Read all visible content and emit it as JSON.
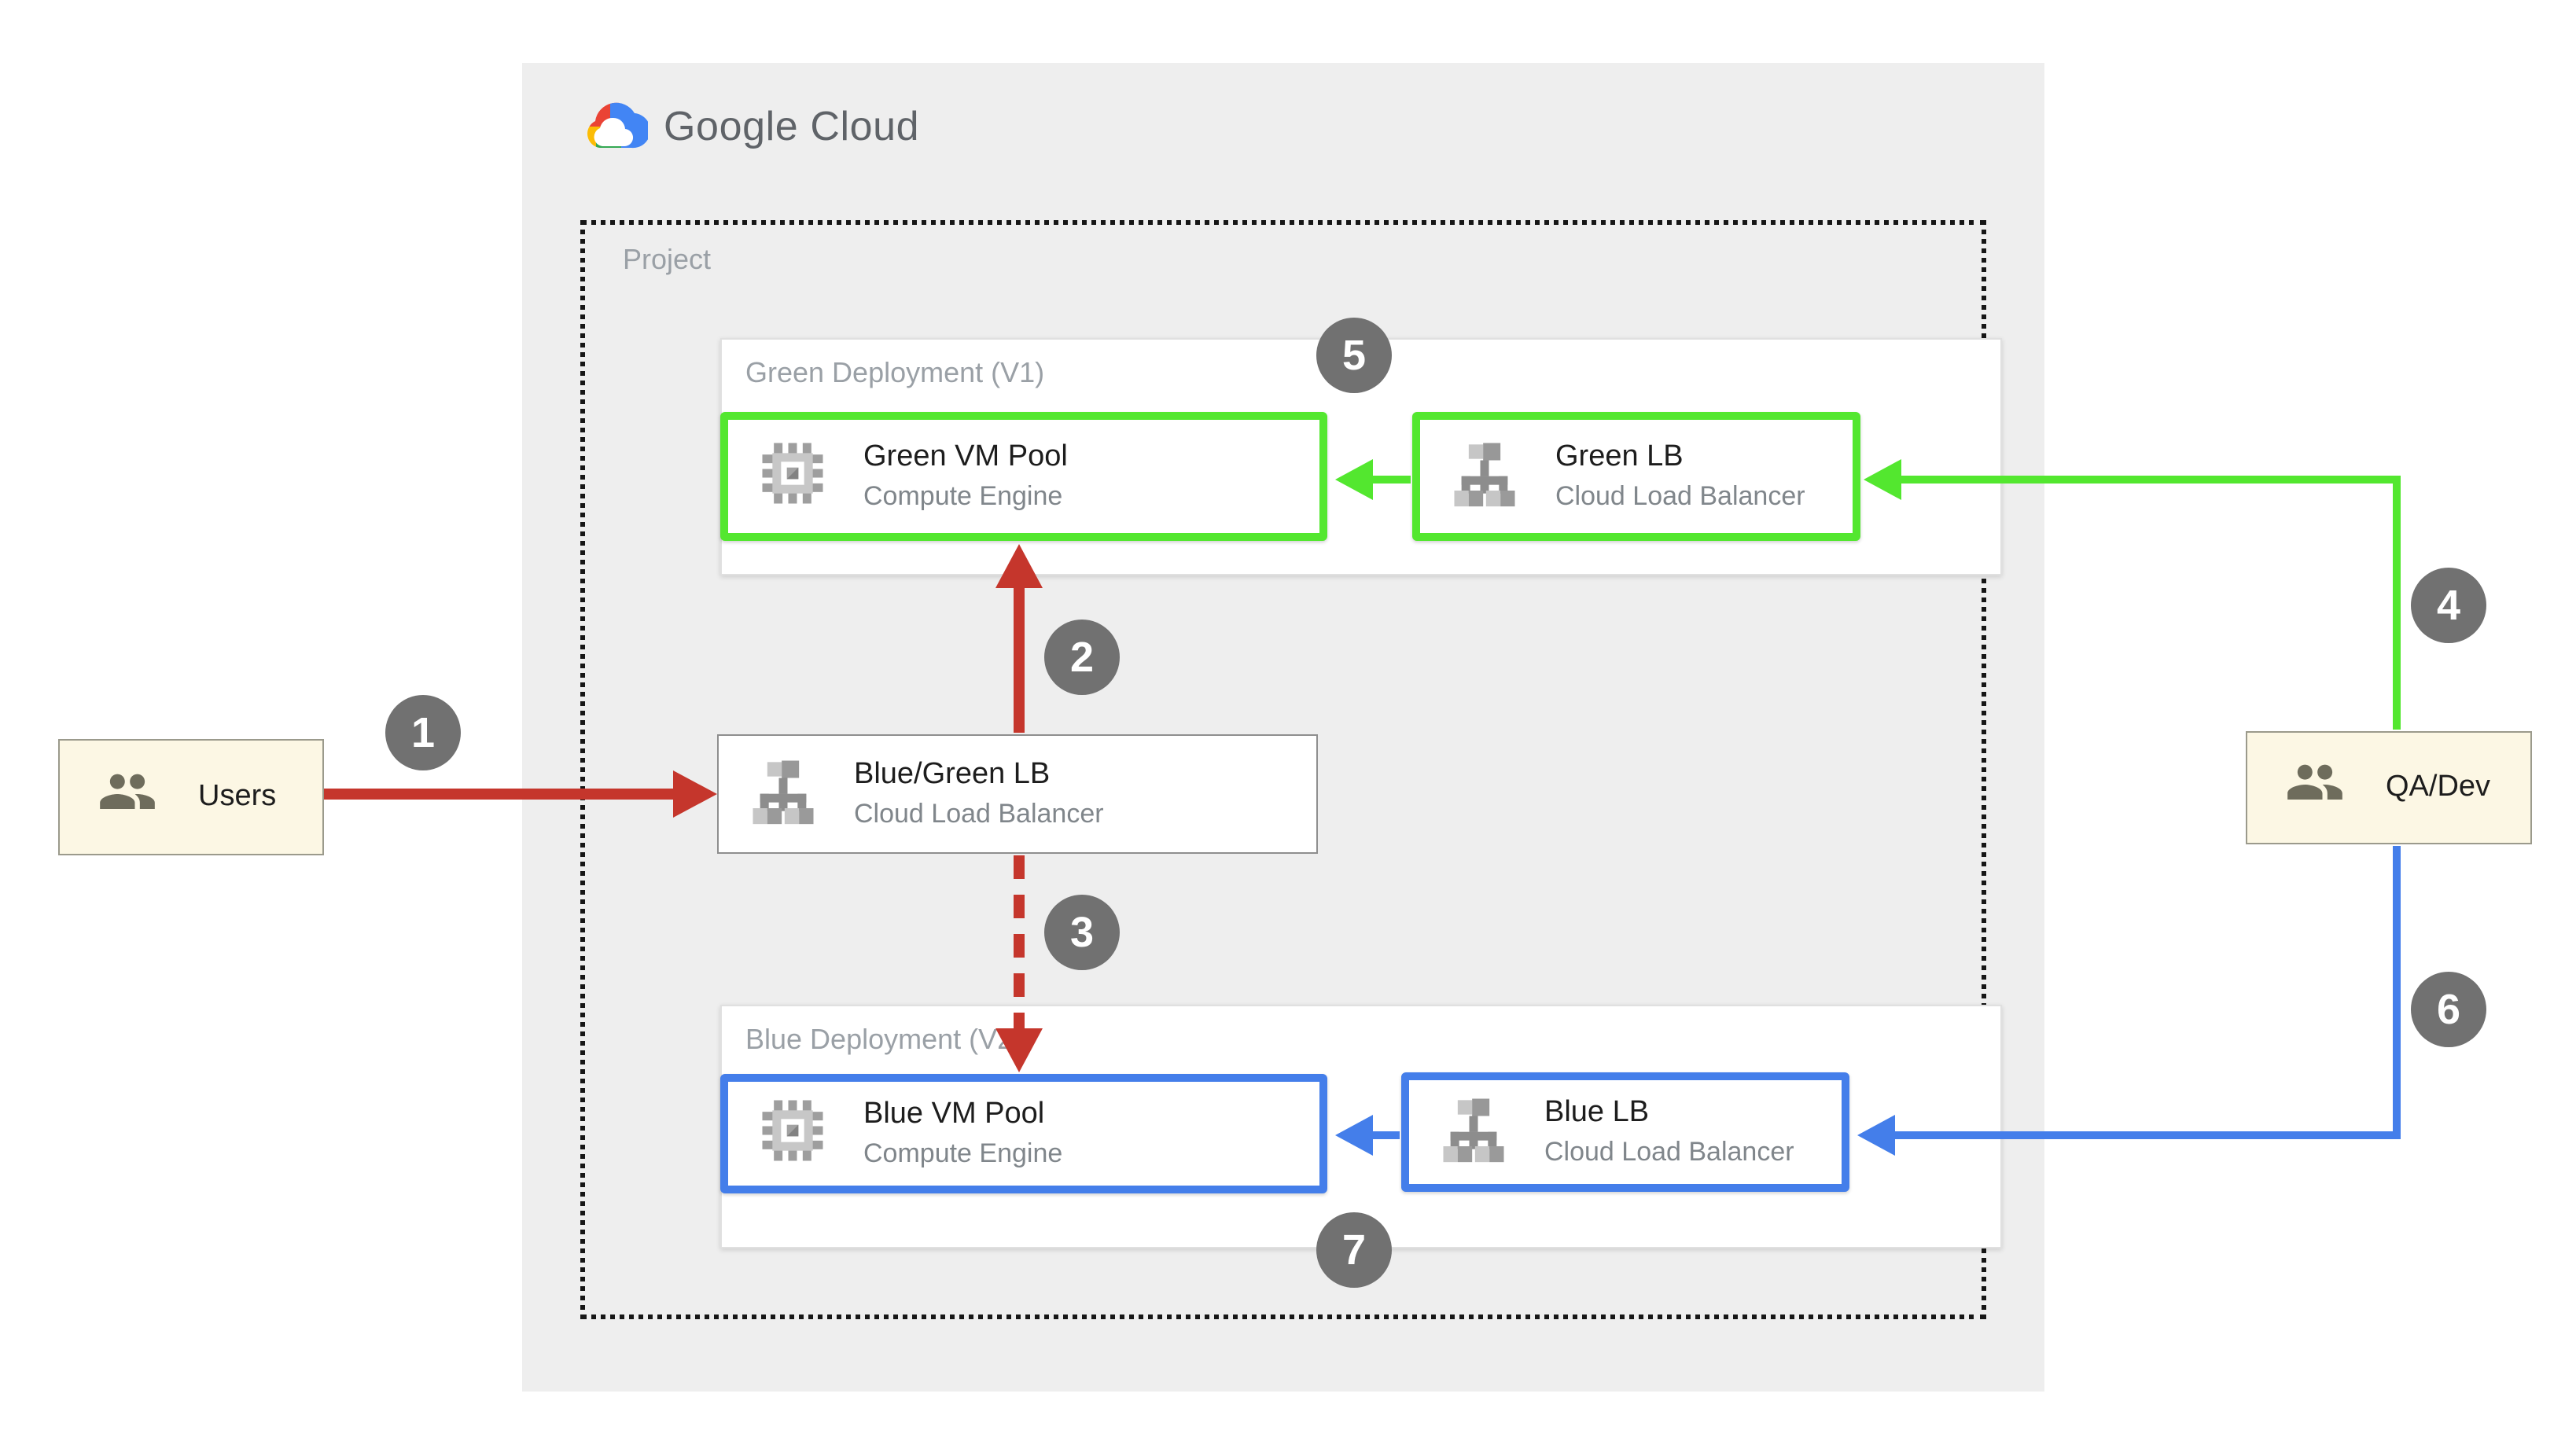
{
  "brand": {
    "logo_text": "Google Cloud"
  },
  "project": {
    "label": "Project"
  },
  "groups": {
    "green": {
      "label": "Green Deployment (V1)"
    },
    "blue": {
      "label": "Blue Deployment (V2)"
    }
  },
  "nodes": {
    "green_vm_pool": {
      "title": "Green VM Pool",
      "subtitle": "Compute Engine"
    },
    "green_lb": {
      "title": "Green LB",
      "subtitle": "Cloud Load Balancer"
    },
    "blue_green_lb": {
      "title": "Blue/Green LB",
      "subtitle": "Cloud Load Balancer"
    },
    "blue_vm_pool": {
      "title": "Blue VM Pool",
      "subtitle": "Compute Engine"
    },
    "blue_lb": {
      "title": "Blue LB",
      "subtitle": "Cloud Load Balancer"
    }
  },
  "actors": {
    "users": {
      "label": "Users"
    },
    "qa_dev": {
      "label": "QA/Dev"
    }
  },
  "badges": [
    "1",
    "2",
    "3",
    "4",
    "5",
    "6",
    "7"
  ],
  "colors": {
    "panel_background": "#EEEEEE",
    "green_accent": "#53E72F",
    "blue_accent": "#447EEA",
    "red_accent": "#C5362C",
    "badge_gray": "#717171",
    "actor_background": "#FCF7E4",
    "label_gray": "#9AA0A6",
    "logo_text_gray": "#5F6368"
  }
}
